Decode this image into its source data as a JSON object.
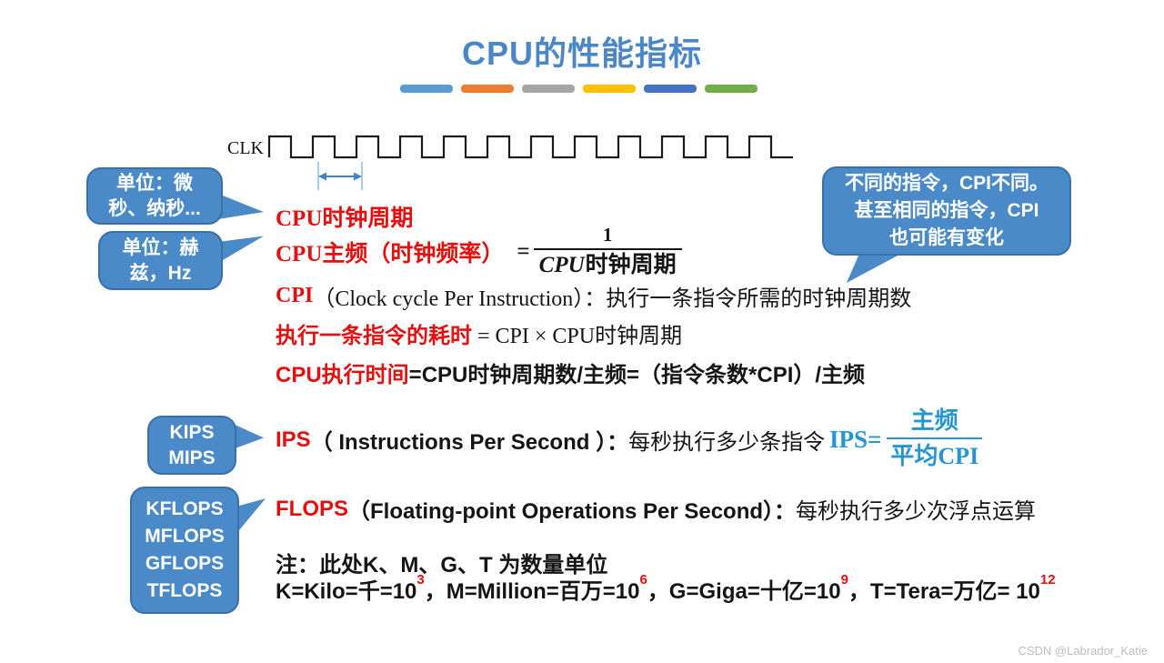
{
  "title": {
    "text": "CPU的性能指标"
  },
  "colors": {
    "title_blue": "#4b87c6",
    "bubble_blue": "#4a8ac9",
    "bubble_border": "#3a6fa8",
    "red": "#e60f0f",
    "ink": "#151515",
    "formula_blue": "#2596d1",
    "watermark_gray": "#bcbcbc"
  },
  "divider_bars": {
    "colors": [
      "#5b9bd5",
      "#ed7d31",
      "#a5a5a5",
      "#ffc000",
      "#4472c4",
      "#70ad47"
    ]
  },
  "clock": {
    "label": "CLK",
    "cycles": 12
  },
  "bubbles": {
    "unit_time": {
      "lines": [
        "单位：微",
        "秒、纳秒..."
      ]
    },
    "unit_freq": {
      "lines": [
        "单位：赫",
        "兹，Hz"
      ]
    },
    "cpi_note": {
      "lines": [
        "不同的指令，CPI不同。",
        "甚至相同的指令，CPI",
        "也可能有变化"
      ]
    },
    "ips_units": {
      "lines": [
        "KIPS",
        "MIPS"
      ]
    },
    "flops_units": {
      "lines": [
        "KFLOPS",
        "MFLOPS",
        "GFLOPS",
        "TFLOPS"
      ]
    }
  },
  "lines": {
    "clock_cycle": {
      "red": "CPU时钟周期"
    },
    "frequency": {
      "red": "CPU主频（时钟频率）",
      "equals": "=",
      "numerator": "1",
      "den_italic": "CPU",
      "den_rest": "时钟周期"
    },
    "cpi": {
      "red": "CPI",
      "rest": "（Clock cycle Per Instruction）：执行一条指令所需的时钟周期数"
    },
    "instr_time": {
      "red": "执行一条指令的耗时",
      "rest": " = CPI × CPU时钟周期"
    },
    "cpu_time": {
      "red": "CPU执行时间",
      "rest": "=CPU时钟周期数/主频=（指令条数*CPI）/主频"
    },
    "ips": {
      "red": "IPS",
      "en": "（ Instructions Per Second ）：",
      "zh": "每秒执行多少条指令"
    },
    "flops": {
      "red": "FLOPS",
      "en": "（Floating-point Operations Per Second）：",
      "zh": "每秒执行多少次浮点运算"
    },
    "note_title": "注：此处K、M、G、T 为数量单位",
    "note_detail": {
      "s1": "K=Kilo=千=10",
      "sup1": "3",
      "s2": "，M=Million=百万=10",
      "sup2": "6",
      "s3": "，G=Giga=十亿=10",
      "sup3": "9",
      "s4": "，T=Tera=万亿= 10",
      "sup4": "12"
    }
  },
  "ips_formula": {
    "lhs": "IPS=",
    "numerator": "主频",
    "denominator": "平均CPI"
  },
  "watermark": {
    "text": "CSDN @Labrador_Katie"
  }
}
